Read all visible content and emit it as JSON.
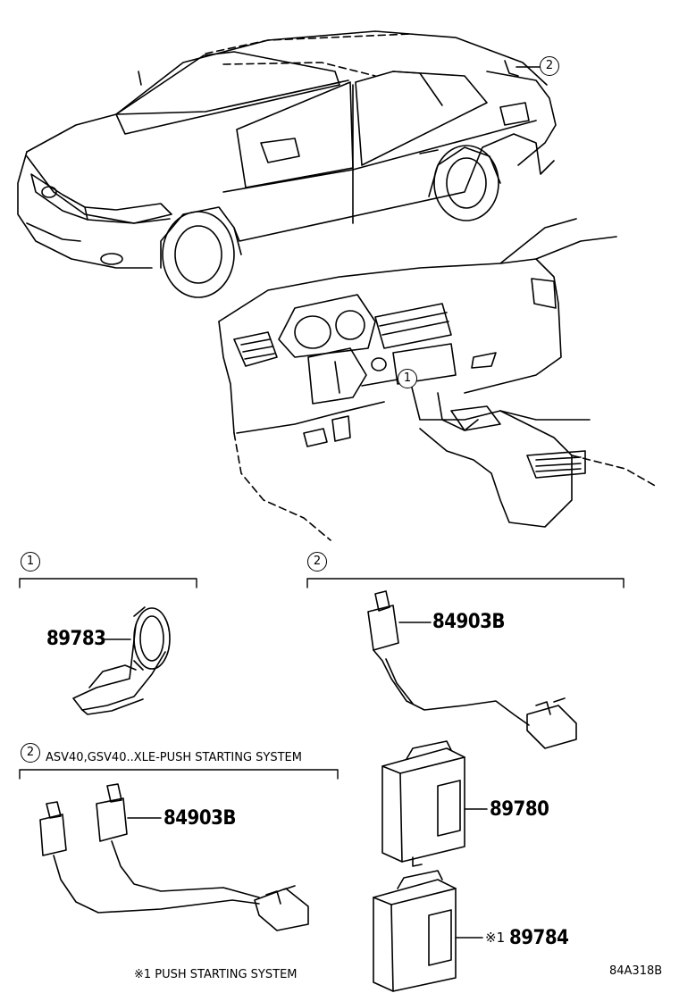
{
  "callouts": {
    "ref1": "1",
    "ref2": "2"
  },
  "sections": {
    "s1": {
      "number": "1"
    },
    "s2": {
      "number": "2"
    },
    "s3": {
      "number": "2",
      "title": "ASV40,GSV40..XLE-PUSH STARTING SYSTEM"
    }
  },
  "parts": {
    "p89783": "89783",
    "p84903b_a": "84903B",
    "p84903b_b": "84903B",
    "p89780": "89780",
    "p89784_prefix": "※1",
    "p89784": "89784"
  },
  "footnote": "※1 PUSH STARTING SYSTEM",
  "drawing_id": "84A318B"
}
